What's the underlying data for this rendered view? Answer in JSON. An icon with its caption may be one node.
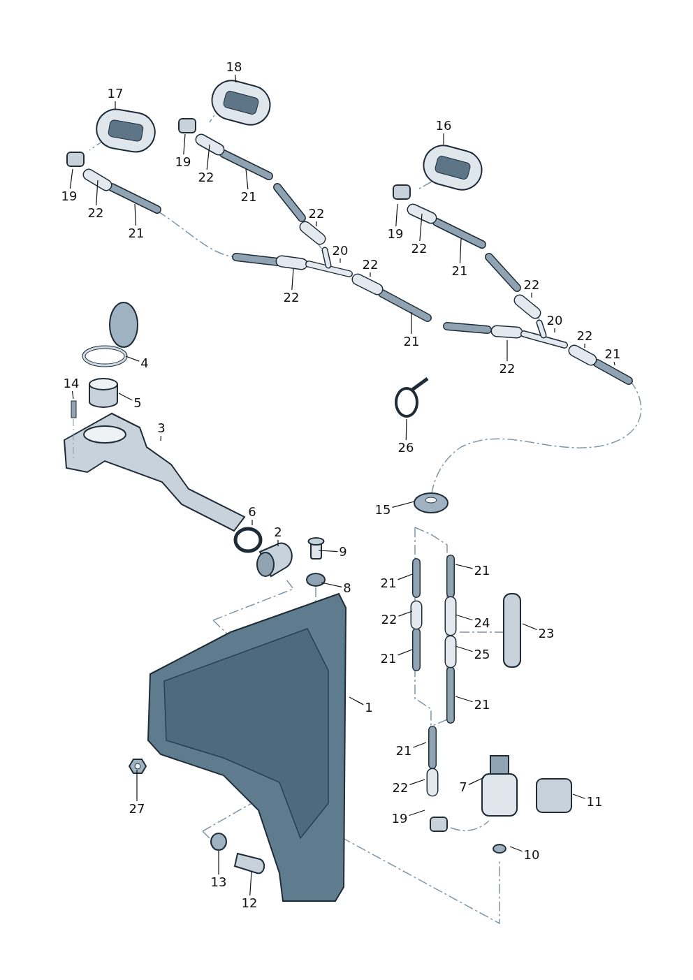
{
  "diagram": {
    "nodes": [
      {
        "text": [
          "18"
        ]
      },
      {
        "text": [
          "17"
        ]
      },
      {
        "text": [
          "16"
        ]
      },
      {
        "text": [
          "19"
        ]
      },
      {
        "text": [
          "22"
        ]
      },
      {
        "text": [
          "21"
        ]
      },
      {
        "text": [
          "19"
        ]
      },
      {
        "text": [
          "22"
        ]
      },
      {
        "text": [
          "21"
        ]
      },
      {
        "text": [
          "22"
        ]
      },
      {
        "text": [
          "19"
        ]
      },
      {
        "text": [
          "22"
        ]
      },
      {
        "text": [
          "21"
        ]
      },
      {
        "text": [
          "20"
        ]
      },
      {
        "text": [
          "22"
        ]
      },
      {
        "text": [
          "22"
        ]
      },
      {
        "text": [
          "22"
        ]
      },
      {
        "text": [
          "21"
        ]
      },
      {
        "text": [
          "20"
        ]
      },
      {
        "text": [
          "22"
        ]
      },
      {
        "text": [
          "21"
        ]
      },
      {
        "text": [
          "22"
        ]
      },
      {
        "text": [
          "4"
        ]
      },
      {
        "text": [
          "14"
        ]
      },
      {
        "text": [
          "5"
        ]
      },
      {
        "text": [
          "3"
        ]
      },
      {
        "text": [
          "26"
        ]
      },
      {
        "text": [
          "15"
        ]
      },
      {
        "text": [
          "6"
        ]
      },
      {
        "text": [
          "2"
        ]
      },
      {
        "text": [
          "9"
        ]
      },
      {
        "text": [
          "21"
        ]
      },
      {
        "text": [
          "8"
        ]
      },
      {
        "text": [
          "21"
        ]
      },
      {
        "text": [
          "22"
        ]
      },
      {
        "text": [
          "24"
        ]
      },
      {
        "text": [
          "23"
        ]
      },
      {
        "text": [
          "25"
        ]
      },
      {
        "text": [
          "21"
        ]
      },
      {
        "text": [
          "1"
        ]
      },
      {
        "text": [
          "21"
        ]
      },
      {
        "text": [
          "21"
        ]
      },
      {
        "text": [
          "7"
        ]
      },
      {
        "text": [
          "22"
        ]
      },
      {
        "text": [
          "11"
        ]
      },
      {
        "text": [
          "27"
        ]
      },
      {
        "text": [
          "19"
        ]
      },
      {
        "text": [
          "10"
        ]
      },
      {
        "text": [
          "13"
        ]
      },
      {
        "text": [
          "12"
        ]
      }
    ],
    "edges": [
      {
        "from": 0,
        "to": null,
        "arrow": "none"
      },
      {
        "from": 1,
        "to": null,
        "arrow": "none"
      },
      {
        "from": 2,
        "to": null,
        "arrow": "none"
      },
      {
        "from": 3,
        "to": null,
        "arrow": "none"
      },
      {
        "from": 4,
        "to": null,
        "arrow": "none"
      },
      {
        "from": 5,
        "to": null,
        "arrow": "none"
      },
      {
        "from": 6,
        "to": null,
        "arrow": "none"
      },
      {
        "from": 7,
        "to": null,
        "arrow": "none"
      },
      {
        "from": 8,
        "to": null,
        "arrow": "none"
      },
      {
        "from": 9,
        "to": null,
        "arrow": "none"
      },
      {
        "from": 10,
        "to": null,
        "arrow": "none"
      },
      {
        "from": 11,
        "to": null,
        "arrow": "none"
      },
      {
        "from": 12,
        "to": null,
        "arrow": "none"
      },
      {
        "from": 13,
        "to": null,
        "arrow": "none"
      },
      {
        "from": 14,
        "to": null,
        "arrow": "none"
      },
      {
        "from": 15,
        "to": null,
        "arrow": "none"
      },
      {
        "from": 16,
        "to": null,
        "arrow": "none"
      },
      {
        "from": 17,
        "to": null,
        "arrow": "none"
      },
      {
        "from": 18,
        "to": null,
        "arrow": "none"
      },
      {
        "from": 19,
        "to": null,
        "arrow": "none"
      },
      {
        "from": 20,
        "to": null,
        "arrow": "none"
      },
      {
        "from": 21,
        "to": null,
        "arrow": "none"
      },
      {
        "from": 22,
        "to": null,
        "arrow": "none"
      },
      {
        "from": 23,
        "to": null,
        "arrow": "none"
      },
      {
        "from": 24,
        "to": null,
        "arrow": "none"
      },
      {
        "from": 25,
        "to": null,
        "arrow": "none"
      },
      {
        "from": 26,
        "to": null,
        "arrow": "none"
      },
      {
        "from": 27,
        "to": null,
        "arrow": "none"
      },
      {
        "from": 28,
        "to": null,
        "arrow": "none"
      },
      {
        "from": 29,
        "to": null,
        "arrow": "none"
      },
      {
        "from": 30,
        "to": null,
        "arrow": "none"
      },
      {
        "from": 31,
        "to": null,
        "arrow": "none"
      },
      {
        "from": 32,
        "to": null,
        "arrow": "none"
      },
      {
        "from": 33,
        "to": null,
        "arrow": "none"
      },
      {
        "from": 34,
        "to": null,
        "arrow": "none"
      },
      {
        "from": 35,
        "to": null,
        "arrow": "none"
      },
      {
        "from": 36,
        "to": null,
        "arrow": "none"
      },
      {
        "from": 37,
        "to": null,
        "arrow": "none"
      },
      {
        "from": 38,
        "to": null,
        "arrow": "none"
      },
      {
        "from": 39,
        "to": null,
        "arrow": "none"
      },
      {
        "from": 40,
        "to": null,
        "arrow": "none"
      },
      {
        "from": 41,
        "to": null,
        "arrow": "none"
      },
      {
        "from": 42,
        "to": null,
        "arrow": "none"
      },
      {
        "from": 43,
        "to": null,
        "arrow": "none"
      },
      {
        "from": 44,
        "to": null,
        "arrow": "none"
      },
      {
        "from": 45,
        "to": null,
        "arrow": "none"
      },
      {
        "from": 46,
        "to": null,
        "arrow": "none"
      },
      {
        "from": 47,
        "to": null,
        "arrow": "none"
      },
      {
        "from": 48,
        "to": null,
        "arrow": "none"
      },
      {
        "from": 49,
        "to": null,
        "arrow": "none"
      }
    ]
  }
}
